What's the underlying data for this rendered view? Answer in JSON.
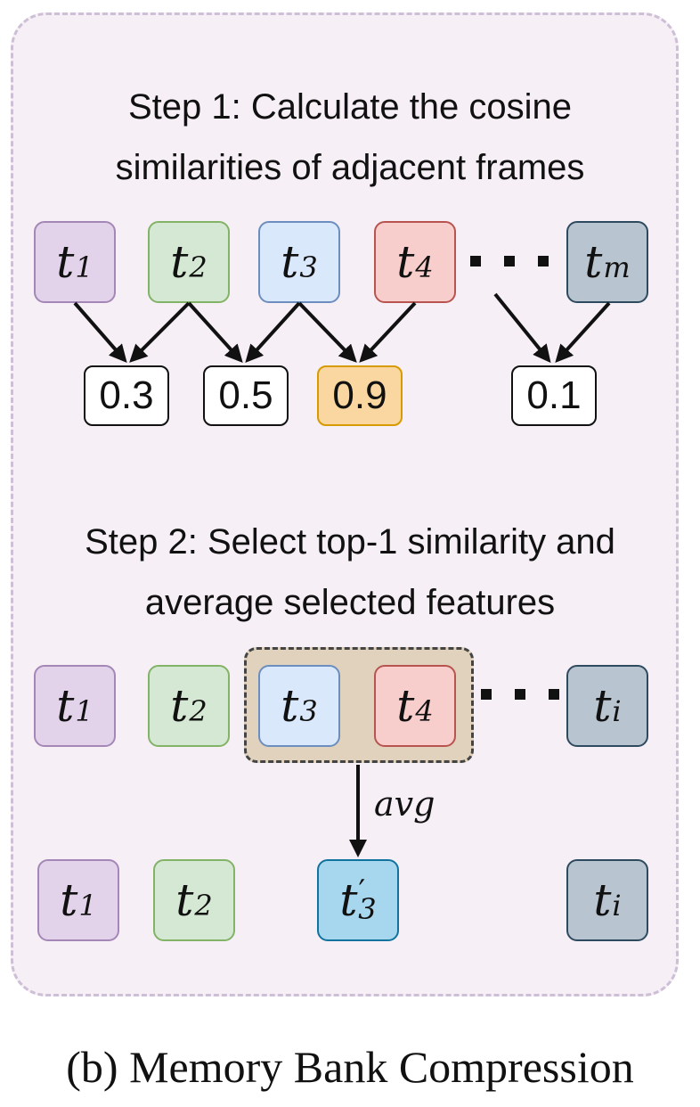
{
  "step1": {
    "line1": "Step 1: Calculate the cosine",
    "line2": "similarities of adjacent frames",
    "tokens": [
      {
        "base": "t",
        "sub": "1"
      },
      {
        "base": "t",
        "sub": "2"
      },
      {
        "base": "t",
        "sub": "3"
      },
      {
        "base": "t",
        "sub": "4"
      },
      {
        "base": "t",
        "sub": "m"
      }
    ],
    "similarities": [
      "0.3",
      "0.5",
      "0.9",
      "0.1"
    ],
    "highlighted_similarity": "0.9"
  },
  "step2": {
    "line1": "Step 2: Select top-1 similarity and",
    "line2": "average selected features",
    "tokens": [
      {
        "base": "t",
        "sub": "1"
      },
      {
        "base": "t",
        "sub": "2"
      },
      {
        "base": "t",
        "sub": "3"
      },
      {
        "base": "t",
        "sub": "4"
      },
      {
        "base": "t",
        "sub": "i"
      }
    ],
    "avg_label": "avg",
    "result_tokens": [
      {
        "base": "t",
        "sub": "1"
      },
      {
        "base": "t",
        "sub": "2"
      },
      {
        "base": "t",
        "sup": "′",
        "sub": "3"
      },
      {
        "base": "t",
        "sub": "i"
      }
    ]
  },
  "caption": "(b) Memory Bank Compression",
  "colors": {
    "panel_bg": "#f6eff6",
    "purple": "#e2d3ea",
    "green": "#d5e8d4",
    "blue": "#dae8fc",
    "red": "#f8cecc",
    "slate": "#b8c4cf",
    "cyan": "#a7d7ef",
    "highlight": "#fad7a0",
    "group_bg": "#e0d2bc"
  }
}
